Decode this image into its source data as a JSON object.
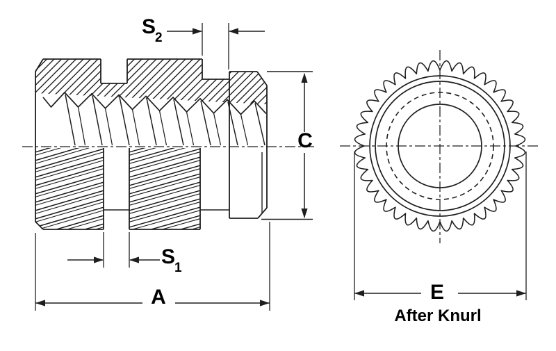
{
  "drawing": {
    "background_color": "#ffffff",
    "line_color": "#1e1e1e",
    "label_color": "#000000",
    "dimensions": {
      "a": {
        "label": "A"
      },
      "c": {
        "label": "C"
      },
      "e": {
        "label": "E"
      },
      "s1": {
        "base": "S",
        "sub": "1"
      },
      "s2": {
        "base": "S",
        "sub": "2"
      }
    },
    "end_view": {
      "caption": "After Knurl"
    }
  }
}
